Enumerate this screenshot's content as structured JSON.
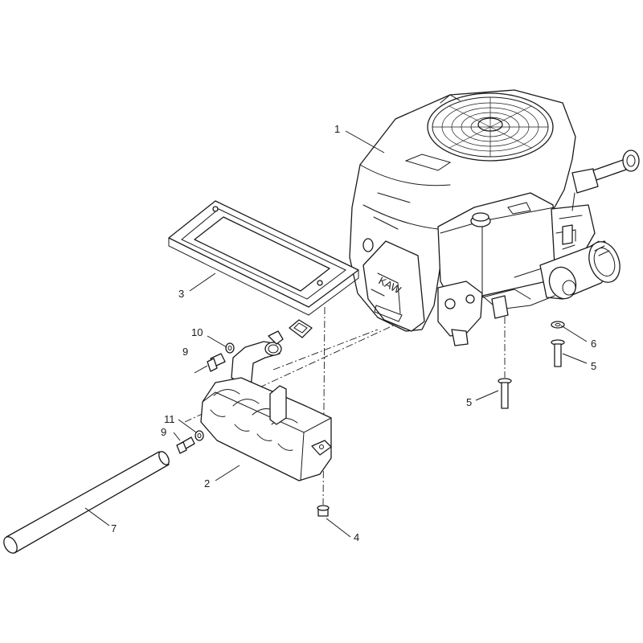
{
  "callouts": [
    {
      "id": "c1",
      "text": "1"
    },
    {
      "id": "c2",
      "text": "2"
    },
    {
      "id": "c3",
      "text": "3"
    },
    {
      "id": "c4",
      "text": "4"
    },
    {
      "id": "c5a",
      "text": "5"
    },
    {
      "id": "c5b",
      "text": "5"
    },
    {
      "id": "c6",
      "text": "6"
    },
    {
      "id": "c7",
      "text": "7"
    },
    {
      "id": "c9a",
      "text": "9"
    },
    {
      "id": "c9b",
      "text": "9"
    },
    {
      "id": "c10",
      "text": "10"
    },
    {
      "id": "c11",
      "text": "11"
    }
  ],
  "engine": {
    "brand_mark": "KAW"
  }
}
